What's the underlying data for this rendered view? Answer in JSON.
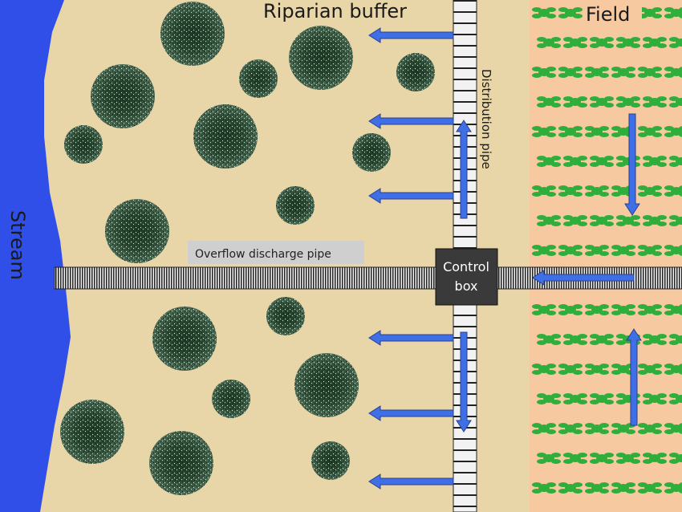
{
  "labels": {
    "riparian_buffer": "Riparian buffer",
    "field": "Field",
    "stream": "Stream",
    "distribution_pipe": "Distribution pipe",
    "overflow_pipe": "Overflow discharge pipe",
    "control_box_line1": "Control",
    "control_box_line2": "box"
  },
  "colors": {
    "stream": "#2f4fe8",
    "buffer": "#e9d6a8",
    "field": "#f6c9a0",
    "plant": "#2fae3c",
    "pipe_dark": "#222222",
    "pipe_light": "#f2f2f2",
    "arrow": "#3f6fe6",
    "control_box": "#3a3a3a",
    "overflow_label_bg": "#cfcfcf",
    "text": "#1a1a1a",
    "shrub_dark": "#1e3a28",
    "shrub_light": "#e8f0e8"
  },
  "icons": {
    "shrub": "shrub-icon",
    "crop": "crop-plant-icon",
    "flow": "flow-arrow-icon"
  }
}
